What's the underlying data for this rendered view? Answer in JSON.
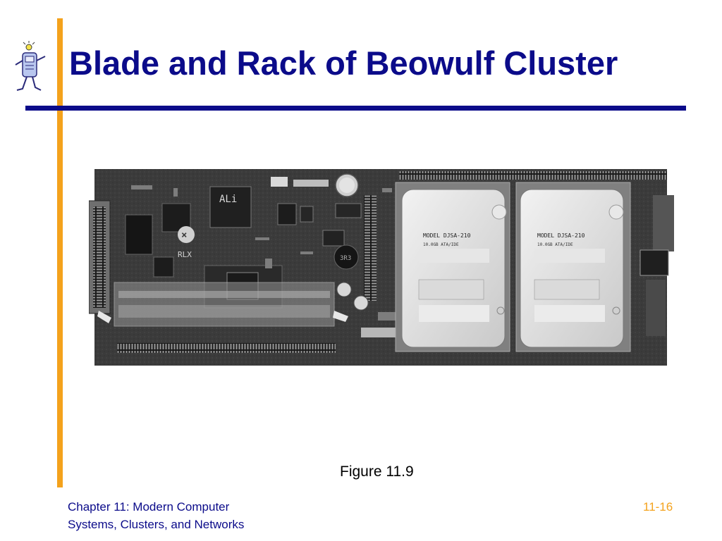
{
  "slide": {
    "title": "Blade and Rack of Beowulf Cluster",
    "caption": "Figure 11.9",
    "footer_line1": "Chapter 11: Modern Computer",
    "footer_line2": "Systems, Clusters, and Networks",
    "page_number": "11-16"
  },
  "photo": {
    "chip_label": "ALi",
    "brand_label": "RLX",
    "coil_label": "3R3",
    "drive_left_model": "MODEL DJSA-210",
    "drive_right_model": "MODEL DJSA-210",
    "drive_capacity": "10.0GB ATA/IDE"
  },
  "colors": {
    "title": "#0b0b8a",
    "rule": "#0b0b8a",
    "accent_bar": "#f4a21c",
    "footer_text": "#0b0b8a",
    "page_number": "#f4a21c",
    "caption": "#000000"
  }
}
